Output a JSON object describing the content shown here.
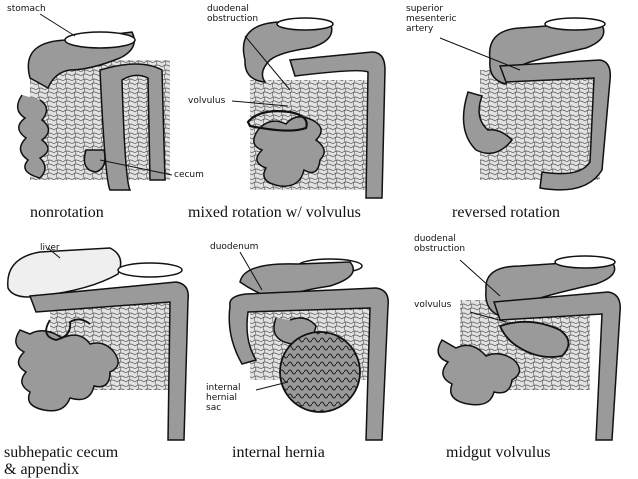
{
  "panels": [
    {
      "caption": "nonrotation",
      "labels": {
        "stomach": "stomach",
        "cecum": "cecum"
      }
    },
    {
      "caption": "mixed rotation w/ volvulus",
      "labels": {
        "duodenal_obstruction": "duodenal\nobstruction",
        "volvulus": "volvulus"
      }
    },
    {
      "caption": "reversed rotation",
      "labels": {
        "sma": "superior\nmesenteric\nartery"
      }
    },
    {
      "caption": "subhepatic cecum\n& appendix",
      "labels": {
        "liver": "liver"
      }
    },
    {
      "caption": "internal hernia",
      "labels": {
        "duodenum": "duodenum",
        "hernial_sac": "internal\nhernial\nsac"
      }
    },
    {
      "caption": "midgut volvulus",
      "labels": {
        "duodenal_obstruction": "duodenal\nobstruction",
        "volvulus": "volvulus"
      }
    }
  ],
  "colors": {
    "organ_fill": "#9a9a9a",
    "outline": "#111111",
    "mesentery": "#d6d6d6",
    "background": "#ffffff"
  }
}
